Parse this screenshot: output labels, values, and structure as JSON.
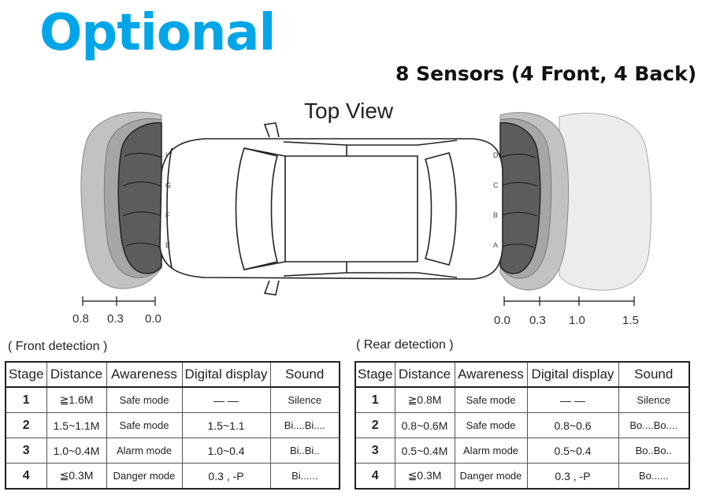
{
  "headline": "Optional",
  "subheading": "8 Sensors (4 Front, 4 Back)",
  "diagram": {
    "title": "Top View",
    "front_scale": [
      "0.8",
      "0.3",
      "0.0"
    ],
    "rear_scale": [
      "0.0",
      "0.3",
      "1.0",
      "1.5"
    ]
  },
  "front": {
    "title": "( Front detection )",
    "headers": [
      "Stage",
      "Distance",
      "Awareness",
      "Digital display",
      "Sound"
    ],
    "rows": [
      [
        "1",
        "≧1.6M",
        "Safe mode",
        "— —",
        "Silence"
      ],
      [
        "2",
        "1.5~1.1M",
        "Safe mode",
        "1.5~1.1",
        "Bi....Bi...."
      ],
      [
        "3",
        "1.0~0.4M",
        "Alarm mode",
        "1.0~0.4",
        "Bi..Bi.."
      ],
      [
        "4",
        "≦0.3M",
        "Danger mode",
        "0.3 , -P",
        "Bi......"
      ]
    ]
  },
  "rear": {
    "title": "( Rear detection )",
    "headers": [
      "Stage",
      "Distance",
      "Awareness",
      "Digital display",
      "Sound"
    ],
    "rows": [
      [
        "1",
        "≧0.8M",
        "Safe mode",
        "— —",
        "Silence"
      ],
      [
        "2",
        "0.8~0.6M",
        "Safe mode",
        "0.8~0.6",
        "Bo....Bo...."
      ],
      [
        "3",
        "0.5~0.4M",
        "Alarm mode",
        "0.5~0.4",
        "Bo..Bo.."
      ],
      [
        "4",
        "≦0.3M",
        "Danger mode",
        "0.3 , -P",
        "Bo......"
      ]
    ]
  }
}
